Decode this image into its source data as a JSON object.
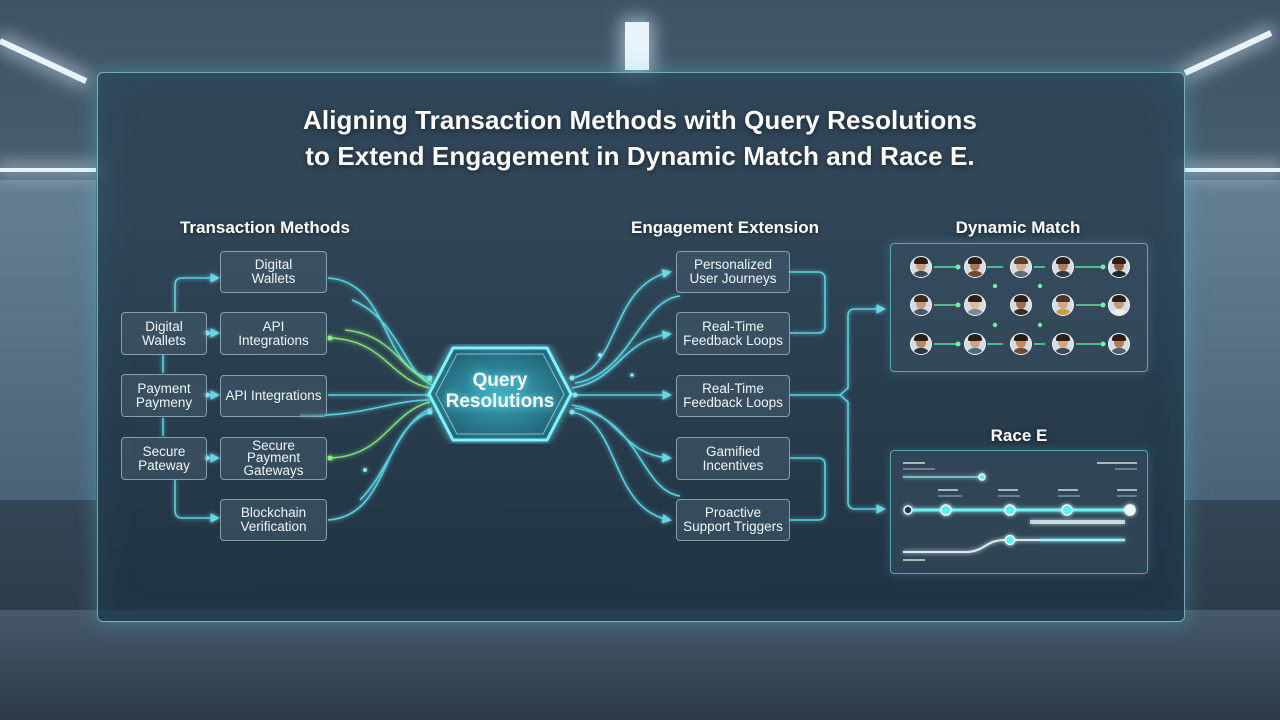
{
  "title": {
    "line1": "Aligning Transaction Methods with Query Resolutions",
    "line2": "to Extend Engagement in Dynamic Match and Race E."
  },
  "columns": {
    "transaction": "Transaction Methods",
    "engagement": "Engagement Extension",
    "dynamic": "Dynamic Match",
    "race": "Race E"
  },
  "hub": {
    "label": "Query\nResolutions"
  },
  "left_nodes": [
    {
      "id": "l1",
      "label": "Digital\nWallets"
    },
    {
      "id": "l2",
      "label": "Payment\nPaymeny"
    },
    {
      "id": "l3",
      "label": "Secure\nPateway"
    }
  ],
  "mid_nodes": [
    {
      "id": "m1",
      "label": "Digital\nWallets"
    },
    {
      "id": "m2",
      "label": "API\nIntegrations"
    },
    {
      "id": "m3",
      "label": "API Integrations"
    },
    {
      "id": "m4",
      "label": "Secure\nPayment\nGateways"
    },
    {
      "id": "m5",
      "label": "Blockchain\nVerification"
    }
  ],
  "engagement_nodes": [
    {
      "id": "e1",
      "label": "Personalized\nUser Journeys"
    },
    {
      "id": "e2",
      "label": "Real-Time\nFeedback Loops"
    },
    {
      "id": "e3",
      "label": "Real-Time\nFeedback Loops"
    },
    {
      "id": "e4",
      "label": "Gamified\nIncentives"
    },
    {
      "id": "e5",
      "label": "Proactive\nSupport Triggers"
    }
  ],
  "colors": {
    "accent": "#4fe3f0",
    "accent_green": "#7df07a",
    "panel_border": "#a0e6f5",
    "text": "#ffffff"
  }
}
